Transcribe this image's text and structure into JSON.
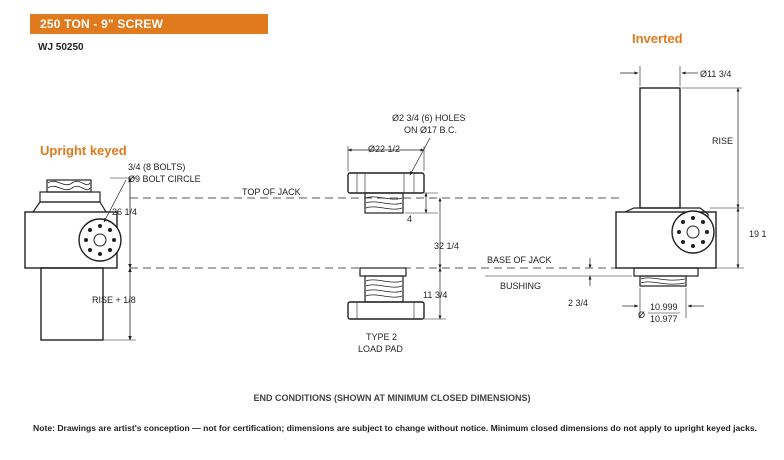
{
  "header": {
    "title": "250 TON - 9\" SCREW",
    "model": "WJ 50250"
  },
  "views": {
    "upright": "Upright keyed",
    "inverted": "Inverted"
  },
  "labels": {
    "bolts": "3/4 (8 BOLTS)",
    "bolt_circle": "Ø9 BOLT CIRCLE",
    "dim_26": "26 1/4",
    "rise_18": "RISE + 1/8",
    "pad_dia": "Ø22 1/2",
    "holes1": "Ø2 3/4 (6) HOLES",
    "holes2": "ON Ø17 B.C.",
    "top_of_jack": "TOP OF JACK",
    "dim_4": "4",
    "dim_32": "32 1/4",
    "base_of_jack": "BASE OF JACK",
    "bushing": "BUSHING",
    "dim_11": "11 3/4",
    "dim_234": "2 3/4",
    "type2_1": "TYPE 2",
    "type2_2": "LOAD PAD",
    "inv_dia": "Ø11 3/4",
    "rise": "RISE",
    "dim_19": "19 1",
    "tol_phi": "Ø",
    "tol_hi": "10.999",
    "tol_lo": "10.977"
  },
  "footer": {
    "end_conditions": "END CONDITIONS (SHOWN AT MINIMUM CLOSED DIMENSIONS)",
    "note": "Note: Drawings are artist's conception — not for certification; dimensions are subject to change without notice. Minimum closed dimensions do not apply to upright keyed jacks."
  }
}
